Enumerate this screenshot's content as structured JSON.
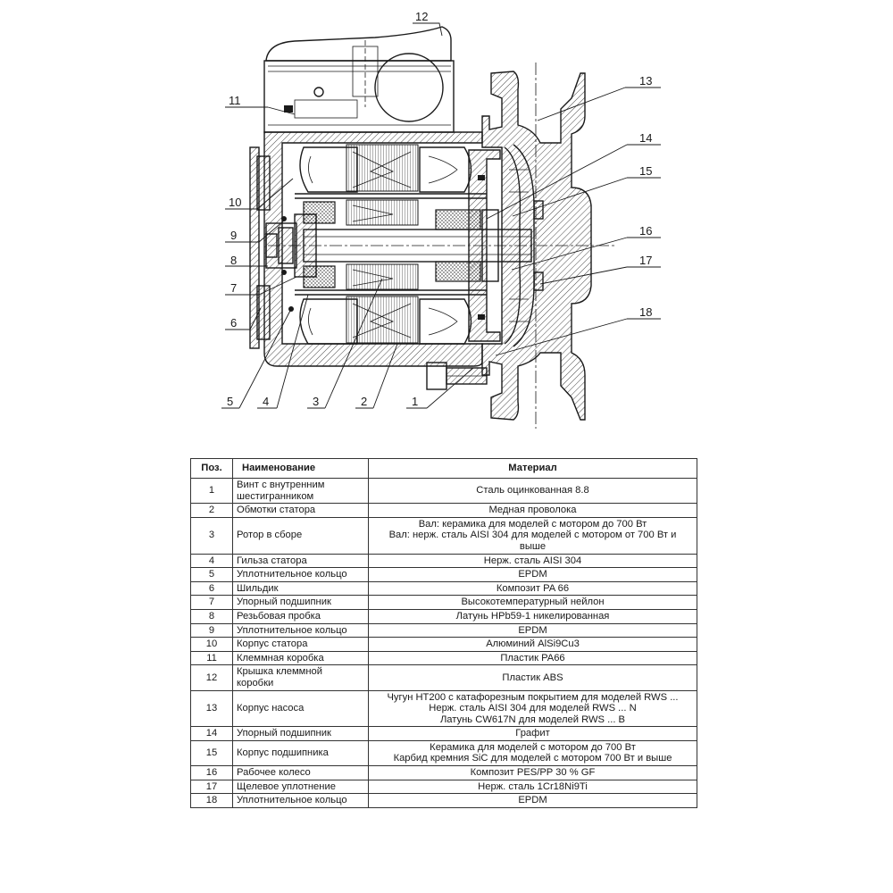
{
  "callouts": [
    "1",
    "2",
    "3",
    "4",
    "5",
    "6",
    "7",
    "8",
    "9",
    "10",
    "11",
    "12",
    "13",
    "14",
    "15",
    "16",
    "17",
    "18"
  ],
  "table": {
    "headers": [
      "Поз.",
      "Наименование",
      "Материал"
    ],
    "rows": [
      {
        "pos": "1",
        "name": [
          "Винт с внутренним",
          "шестигранником"
        ],
        "material": [
          "Сталь оцинкованная 8.8"
        ]
      },
      {
        "pos": "2",
        "name": [
          "Обмотки статора"
        ],
        "material": [
          "Медная проволока"
        ]
      },
      {
        "pos": "3",
        "name": [
          "Ротор в сборе"
        ],
        "material": [
          "Вал: керамика для моделей с мотором до 700 Вт",
          "Вал: нерж. сталь AISI 304 для моделей с мотором от 700 Вт и",
          "выше"
        ]
      },
      {
        "pos": "4",
        "name": [
          "Гильза статора"
        ],
        "material": [
          "Нерж. сталь AISI 304"
        ]
      },
      {
        "pos": "5",
        "name": [
          "Уплотнительное кольцо"
        ],
        "material": [
          "EPDM"
        ]
      },
      {
        "pos": "6",
        "name": [
          "Шильдик"
        ],
        "material": [
          "Композит PA 66"
        ]
      },
      {
        "pos": "7",
        "name": [
          "Упорный подшипник"
        ],
        "material": [
          "Высокотемпературный нейлон"
        ]
      },
      {
        "pos": "8",
        "name": [
          "Резьбовая пробка"
        ],
        "material": [
          "Латунь HPb59-1 никелированная"
        ]
      },
      {
        "pos": "9",
        "name": [
          "Уплотнительное кольцо"
        ],
        "material": [
          "EPDM"
        ]
      },
      {
        "pos": "10",
        "name": [
          "Корпус статора"
        ],
        "material": [
          "Алюминий AlSi9Cu3"
        ]
      },
      {
        "pos": "11",
        "name": [
          "Клеммная коробка"
        ],
        "material": [
          "Пластик PA66"
        ]
      },
      {
        "pos": "12",
        "name": [
          "Крышка клеммной",
          "коробки"
        ],
        "material": [
          "Пластик ABS"
        ]
      },
      {
        "pos": "13",
        "name": [
          "Корпус насоса"
        ],
        "material": [
          "Чугун HT200 с катафорезным покрытием для моделей RWS ...",
          "Нерж. сталь AISI 304 для моделей RWS ... N",
          "Латунь CW617N для моделей RWS ... B"
        ]
      },
      {
        "pos": "14",
        "name": [
          "Упорный подшипник"
        ],
        "material": [
          "Графит"
        ]
      },
      {
        "pos": "15",
        "name": [
          "Корпус подшипника"
        ],
        "material": [
          "Керамика для моделей с мотором до 700 Вт",
          "Карбид кремния SiC для моделей с мотором 700 Вт и выше"
        ]
      },
      {
        "pos": "16",
        "name": [
          "Рабочее колесо"
        ],
        "material": [
          "Композит PES/PP 30 % GF"
        ]
      },
      {
        "pos": "17",
        "name": [
          "Щелевое уплотнение"
        ],
        "material": [
          "Нерж. сталь 1Cr18Ni9Ti"
        ]
      },
      {
        "pos": "18",
        "name": [
          "Уплотнительное кольцо"
        ],
        "material": [
          "EPDM"
        ]
      }
    ]
  }
}
